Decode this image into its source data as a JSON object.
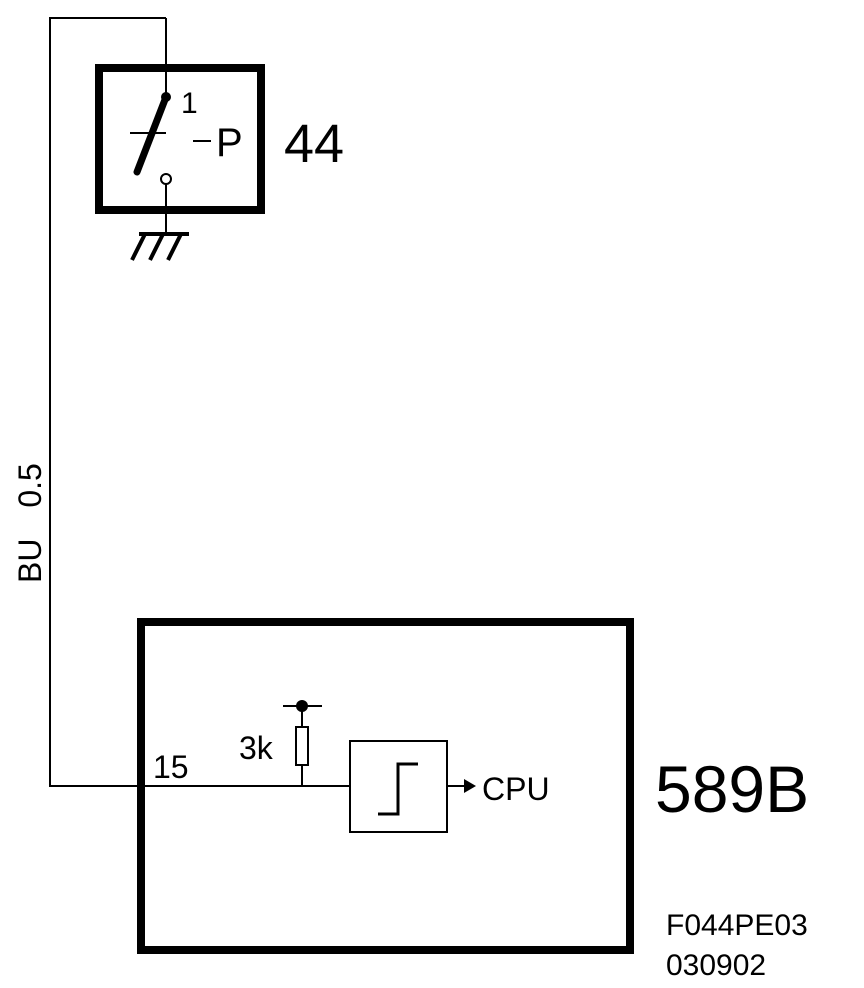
{
  "component_switch": {
    "ref": "44",
    "pin_label": "1",
    "symbol_label": "P"
  },
  "wire": {
    "color_code": "BU",
    "gauge": "0.5"
  },
  "component_module": {
    "ref": "589B",
    "pin_label": "15",
    "resistor_label": "3k",
    "output_label": "CPU"
  },
  "footer": {
    "drawing_id": "F044PE03",
    "date_code": "030902"
  }
}
